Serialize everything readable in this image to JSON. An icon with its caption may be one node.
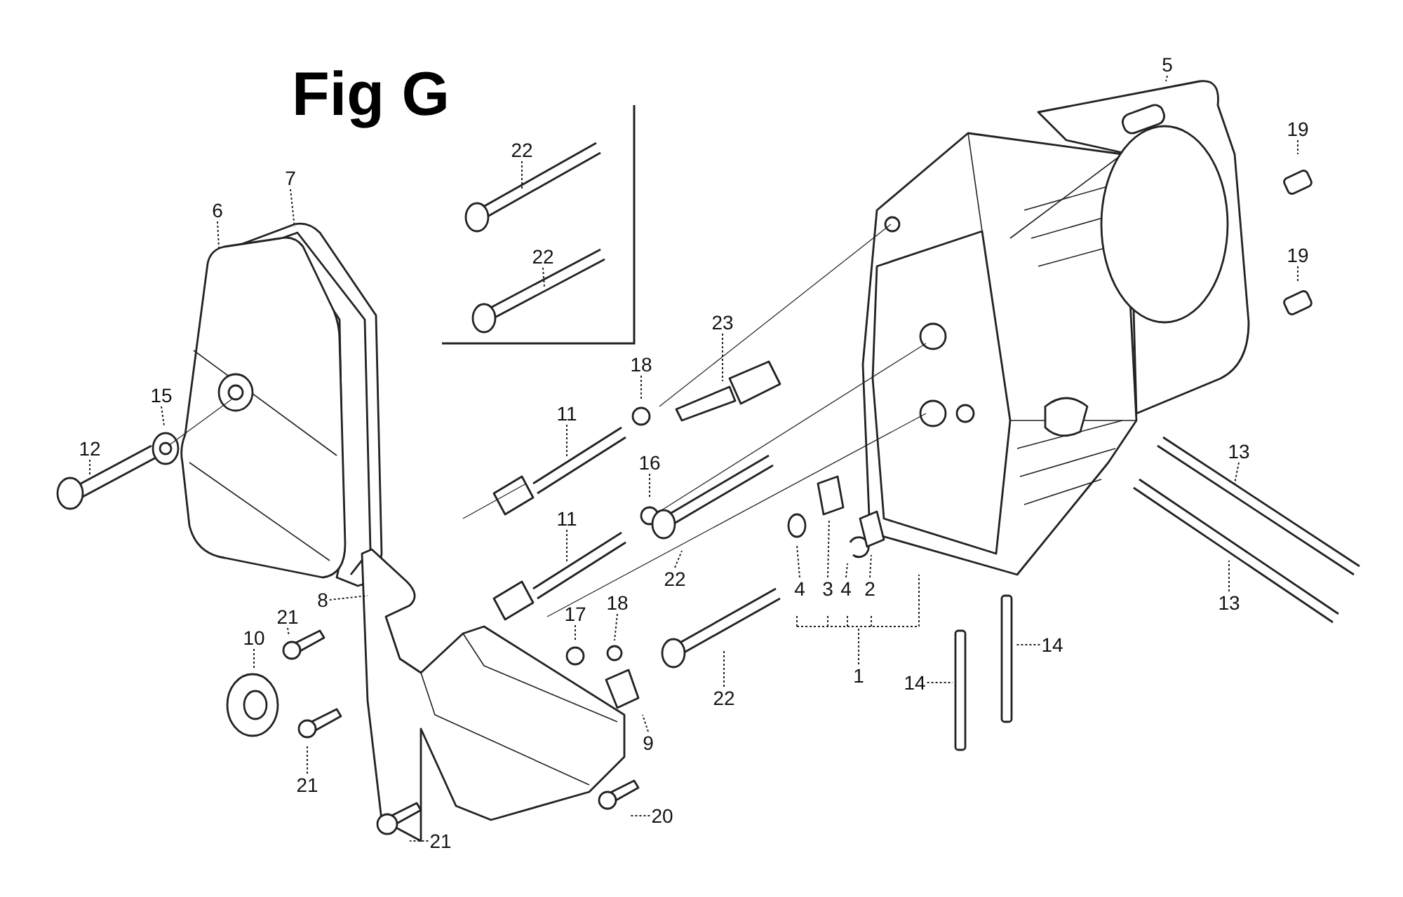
{
  "diagram": {
    "title": "Fig G",
    "nodes": [
      {
        "text": [
          "22"
        ]
      },
      {
        "text": [
          "5"
        ]
      },
      {
        "text": [
          "19"
        ]
      },
      {
        "text": [
          "7"
        ]
      },
      {
        "text": [
          "6"
        ]
      },
      {
        "text": [
          "22"
        ]
      },
      {
        "text": [
          "19"
        ]
      },
      {
        "text": [
          "23"
        ]
      },
      {
        "text": [
          "18"
        ]
      },
      {
        "text": [
          "15"
        ]
      },
      {
        "text": [
          "11"
        ]
      },
      {
        "text": [
          "12"
        ]
      },
      {
        "text": [
          "13"
        ]
      },
      {
        "text": [
          "16"
        ]
      },
      {
        "text": [
          "11"
        ]
      },
      {
        "text": [
          "22"
        ]
      },
      {
        "text": [
          "8"
        ]
      },
      {
        "text": [
          "4"
        ]
      },
      {
        "text": [
          "3"
        ]
      },
      {
        "text": [
          "4"
        ]
      },
      {
        "text": [
          "2"
        ]
      },
      {
        "text": [
          "13"
        ]
      },
      {
        "text": [
          "21"
        ]
      },
      {
        "text": [
          "17"
        ]
      },
      {
        "text": [
          "18"
        ]
      },
      {
        "text": [
          "10"
        ]
      },
      {
        "text": [
          "14"
        ]
      },
      {
        "text": [
          "1"
        ]
      },
      {
        "text": [
          "14"
        ]
      },
      {
        "text": [
          "22"
        ]
      },
      {
        "text": [
          "9"
        ]
      },
      {
        "text": [
          "21"
        ]
      },
      {
        "text": [
          "20"
        ]
      },
      {
        "text": [
          "21"
        ]
      }
    ],
    "edges": [
      {
        "from": 0,
        "to": null,
        "arrow": "none"
      },
      {
        "from": 1,
        "to": null,
        "arrow": "none"
      },
      {
        "from": 2,
        "to": null,
        "arrow": "none"
      },
      {
        "from": 3,
        "to": null,
        "arrow": "none"
      },
      {
        "from": 4,
        "to": null,
        "arrow": "none"
      },
      {
        "from": 5,
        "to": null,
        "arrow": "none"
      },
      {
        "from": 6,
        "to": null,
        "arrow": "none"
      },
      {
        "from": 7,
        "to": null,
        "arrow": "none"
      },
      {
        "from": 8,
        "to": null,
        "arrow": "none"
      },
      {
        "from": 9,
        "to": null,
        "arrow": "none"
      },
      {
        "from": 10,
        "to": null,
        "arrow": "none"
      },
      {
        "from": 11,
        "to": null,
        "arrow": "none"
      },
      {
        "from": 12,
        "to": null,
        "arrow": "none"
      },
      {
        "from": 13,
        "to": null,
        "arrow": "none"
      },
      {
        "from": 14,
        "to": null,
        "arrow": "none"
      },
      {
        "from": 15,
        "to": null,
        "arrow": "none"
      },
      {
        "from": 16,
        "to": null,
        "arrow": "none"
      },
      {
        "from": 17,
        "to": null,
        "arrow": "none"
      },
      {
        "from": 18,
        "to": null,
        "arrow": "none"
      },
      {
        "from": 19,
        "to": null,
        "arrow": "none"
      },
      {
        "from": 20,
        "to": null,
        "arrow": "none"
      },
      {
        "from": 21,
        "to": null,
        "arrow": "none"
      },
      {
        "from": 22,
        "to": null,
        "arrow": "none"
      },
      {
        "from": 23,
        "to": null,
        "arrow": "none"
      },
      {
        "from": 24,
        "to": null,
        "arrow": "none"
      },
      {
        "from": 25,
        "to": null,
        "arrow": "none"
      },
      {
        "from": 26,
        "to": null,
        "arrow": "none"
      },
      {
        "from": 27,
        "to": null,
        "arrow": "none"
      },
      {
        "from": 28,
        "to": null,
        "arrow": "none"
      },
      {
        "from": 29,
        "to": null,
        "arrow": "none"
      },
      {
        "from": 30,
        "to": null,
        "arrow": "none"
      },
      {
        "from": 31,
        "to": null,
        "arrow": "none"
      },
      {
        "from": 32,
        "to": null,
        "arrow": "none"
      },
      {
        "from": 33,
        "to": null,
        "arrow": "none"
      }
    ]
  }
}
